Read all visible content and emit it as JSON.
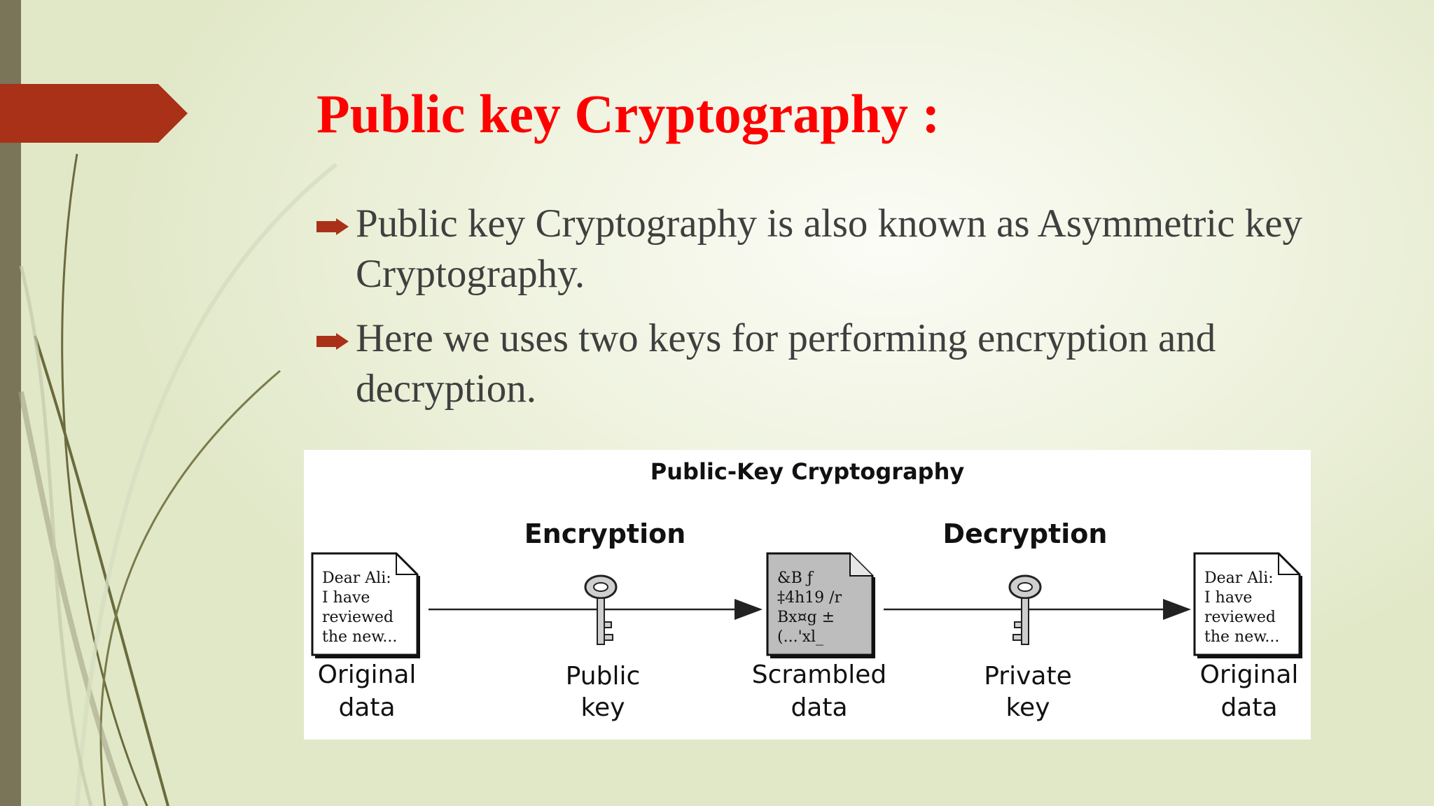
{
  "slide": {
    "title": "Public key Cryptography :",
    "bullets": [
      "Public key Cryptography is also known as Asymmetric key Cryptography.",
      "Here we uses two keys for performing encryption and decryption."
    ],
    "colors": {
      "title": "#ff0000",
      "banner": "#a93118",
      "bullet": "#a93118",
      "left_bar": "#7a7459"
    }
  },
  "diagram": {
    "title": "Public-Key Cryptography",
    "stage_encryption": "Encryption",
    "stage_decryption": "Decryption",
    "original_doc_lines": [
      "Dear Ali:",
      "I have",
      "reviewed",
      "the new..."
    ],
    "scrambled_doc_lines": [
      "&B ƒ",
      "‡4h19 /r",
      "Bx¤g ±",
      "(...'xl_"
    ],
    "labels": {
      "original_in_1": "Original",
      "original_in_2": "data",
      "public_key_1": "Public",
      "public_key_2": "key",
      "scrambled_1": "Scrambled",
      "scrambled_2": "data",
      "private_key_1": "Private",
      "private_key_2": "key",
      "original_out_1": "Original",
      "original_out_2": "data"
    },
    "icons": [
      "document-icon",
      "key-icon",
      "arrow-icon"
    ]
  }
}
